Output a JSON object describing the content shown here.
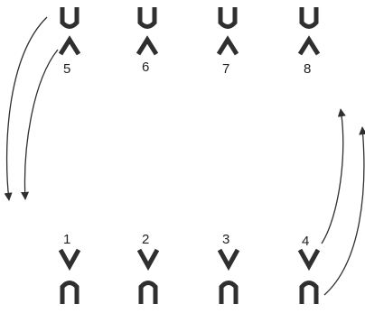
{
  "diagram": {
    "colors": {
      "stroke": "#2f2f2f",
      "text": "#222222",
      "background": "#ffffff"
    },
    "top_row": {
      "labels": [
        "5",
        "6",
        "7",
        "8"
      ]
    },
    "bottom_row": {
      "labels": [
        "1",
        "2",
        "3",
        "4"
      ]
    }
  }
}
